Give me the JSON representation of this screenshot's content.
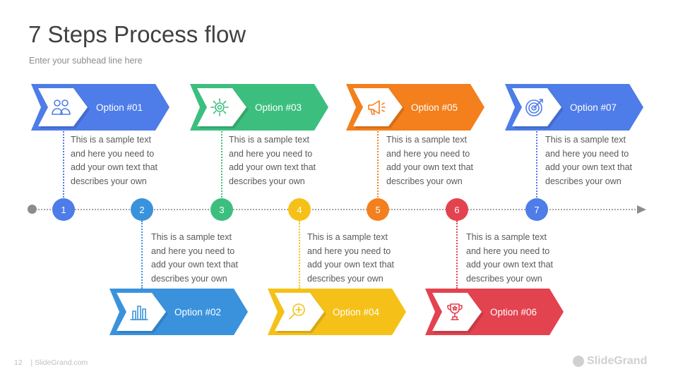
{
  "slide": {
    "title": "7 Steps Process flow",
    "subtitle": "Enter your subhead line here"
  },
  "steps": [
    {
      "number": "1",
      "label": "Option #01",
      "icon": "users-icon",
      "color": "#4e7ce8",
      "text": [
        "This is a sample text",
        "and here you need to",
        "add your own text that",
        "describes your own"
      ]
    },
    {
      "number": "2",
      "label": "Option #02",
      "icon": "bar-chart-icon",
      "color": "#3a92dc",
      "text": [
        "This is a sample text",
        "and here you need to",
        "add your own text that",
        "describes your own"
      ]
    },
    {
      "number": "3",
      "label": "Option #03",
      "icon": "gear-icon",
      "color": "#3cbf7e",
      "text": [
        "This is a sample text",
        "and here you need to",
        "add your own text that",
        "describes your own"
      ]
    },
    {
      "number": "4",
      "label": "Option #04",
      "icon": "magnifier-icon",
      "color": "#f5c118",
      "text": [
        "This is a sample text",
        "and here you need to",
        "add your own text that",
        "describes your own"
      ]
    },
    {
      "number": "5",
      "label": "Option #05",
      "icon": "megaphone-icon",
      "color": "#f37f1d",
      "text": [
        "This is a sample text",
        "and here you need to",
        "add your own text that",
        "describes your own"
      ]
    },
    {
      "number": "6",
      "label": "Option #06",
      "icon": "trophy-icon",
      "color": "#e3424f",
      "text": [
        "This is a sample text",
        "and here you need to",
        "add your own text that",
        "describes your own"
      ]
    },
    {
      "number": "7",
      "label": "Option #07",
      "icon": "target-icon",
      "color": "#4e7ce8",
      "text": [
        "This is a sample text",
        "and here you need to",
        "add your own text that",
        "describes your own"
      ]
    }
  ],
  "footer": {
    "page": "12",
    "source": "| SlideGrand.com",
    "brand": "SlideGrand"
  }
}
